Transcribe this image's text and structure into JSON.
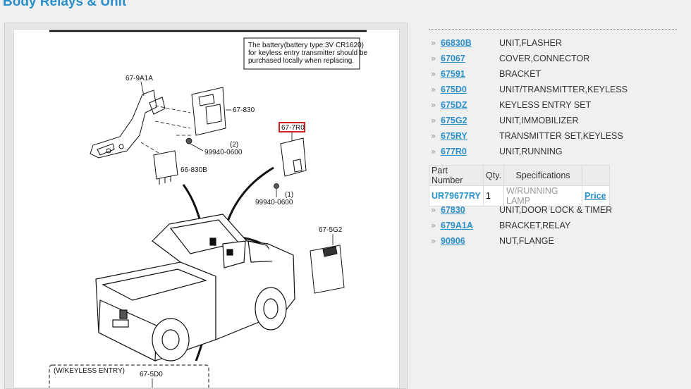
{
  "page": {
    "title": "Body Relays & Unit"
  },
  "diagram": {
    "note": "The battery(battery type:3V CR1620) for keyless entry transmitter should be purchased locally when replacing.",
    "note_lines": [
      "The battery(battery type:3V CR1620)",
      "for keyless entry transmitter should be",
      "purchased locally when replacing."
    ],
    "labels": {
      "bracket": "67-9A1A",
      "unit_830": "67-830",
      "bolt_1": "99940-0600",
      "bolt_1_qty": "(2)",
      "flasher": "66-830B",
      "running": "67-7R0",
      "bolt_2": "99940-0600",
      "bolt_2_qty": "(1)",
      "immobilizer": "67-5G2",
      "keyless_box": "(W/KEYLESS ENTRY)",
      "keyless_part": "67-5D0"
    }
  },
  "parts_top": [
    {
      "number": "66830B",
      "desc": "UNIT,FLASHER"
    },
    {
      "number": "67067",
      "desc": "COVER,CONNECTOR"
    },
    {
      "number": "67591",
      "desc": "BRACKET"
    },
    {
      "number": "675D0",
      "desc": "UNIT/TRANSMITTER,KEYLESS"
    },
    {
      "number": "675DZ",
      "desc": "KEYLESS ENTRY SET"
    },
    {
      "number": "675G2",
      "desc": "UNIT,IMMOBILIZER"
    },
    {
      "number": "675RY",
      "desc": "TRANSMITTER SET,KEYLESS"
    },
    {
      "number": "677R0",
      "desc": "UNIT,RUNNING"
    }
  ],
  "sub_table": {
    "headers": [
      "Part Number",
      "Qty.",
      "Specifications",
      ""
    ],
    "row": {
      "part_number": "UR79677RY",
      "qty": "1",
      "spec": "W/RUNNING LAMP",
      "price_label": "Price"
    }
  },
  "parts_bottom": [
    {
      "number": "67830",
      "desc": "UNIT,DOOR LOCK & TIMER"
    },
    {
      "number": "679A1A",
      "desc": "BRACKET,RELAY"
    },
    {
      "number": "90906",
      "desc": "NUT,FLANGE"
    }
  ],
  "chevron": "»",
  "colors": {
    "link": "#2a8fc9",
    "highlight_box": "#cc2222"
  }
}
